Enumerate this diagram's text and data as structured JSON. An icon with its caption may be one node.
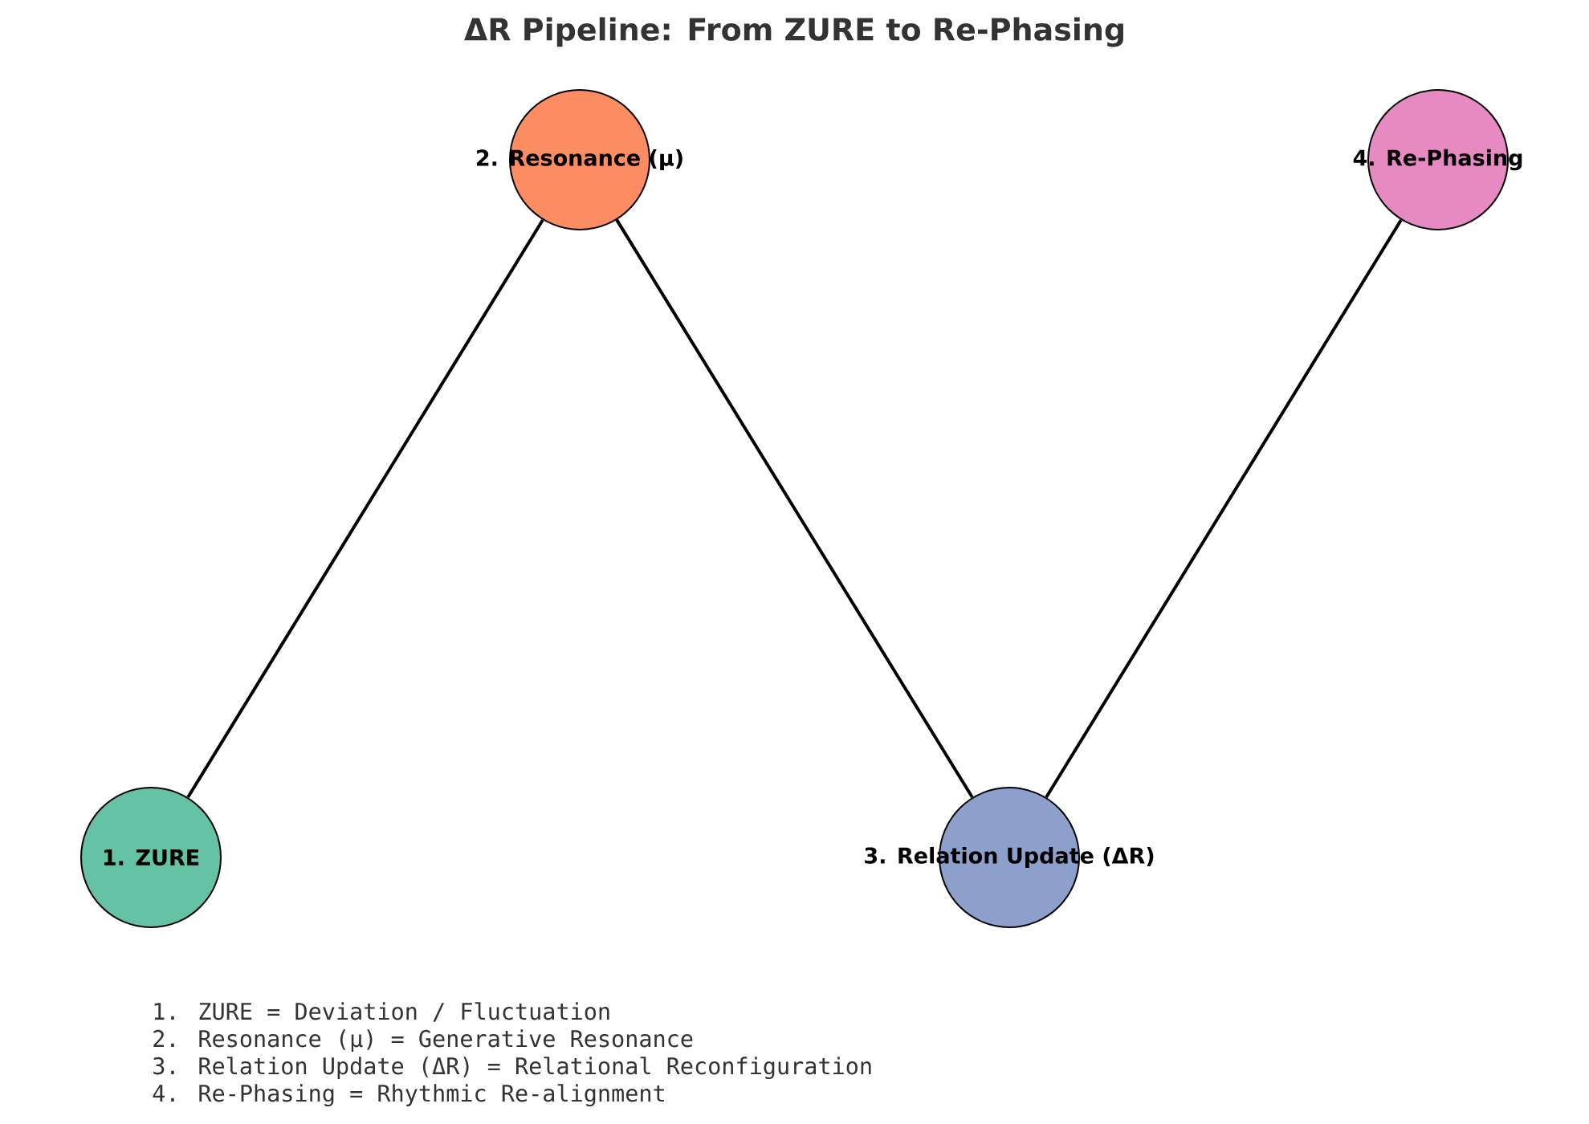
{
  "diagram": {
    "title": "ΔR Pipeline: From ZURE to Re-Phasing",
    "nodes": [
      {
        "text": [
          "1. ZURE"
        ]
      },
      {
        "text": [
          "2. Resonance (μ)"
        ]
      },
      {
        "text": [
          "3. Relation Update (ΔR)"
        ]
      },
      {
        "text": [
          "4. Re-Phasing"
        ]
      }
    ],
    "edges": [
      {
        "from": 0,
        "to": 1,
        "arrow": "none"
      },
      {
        "from": 1,
        "to": 2,
        "arrow": "none"
      },
      {
        "from": 2,
        "to": 3,
        "arrow": "none"
      }
    ],
    "labels": [
      "1. ZURE = Deviation / Fluctuation",
      "2. Resonance (μ) = Generative Resonance",
      "3. Relation Update (ΔR) = Relational Reconfiguration",
      "4. Re-Phasing = Rhythmic Re-alignment"
    ]
  }
}
